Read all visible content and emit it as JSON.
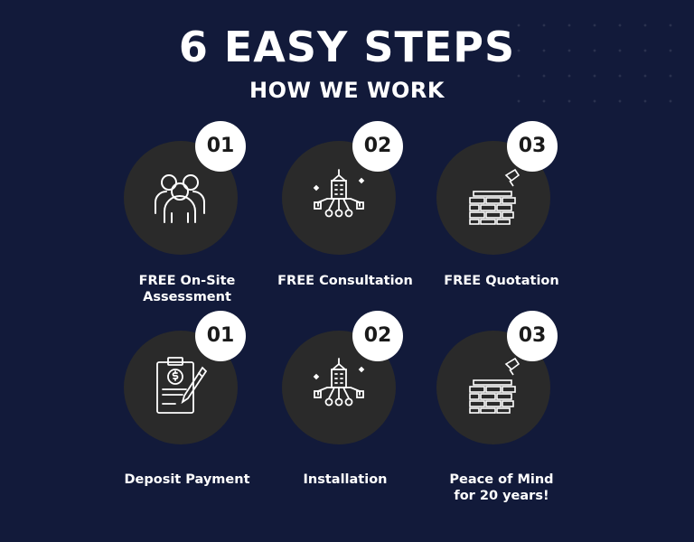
{
  "header": {
    "title": "6 EASY STEPS",
    "subtitle": "HOW WE WORK"
  },
  "steps": [
    {
      "number": "01",
      "label": "FREE On-Site\nAssessment",
      "icon": "people-group-icon"
    },
    {
      "number": "02",
      "label": "FREE Consultation",
      "icon": "building-network-icon"
    },
    {
      "number": "03",
      "label": "FREE Quotation",
      "icon": "brick-wall-trowel-icon"
    },
    {
      "number": "01",
      "label": "Deposit Payment",
      "icon": "clipboard-pen-icon"
    },
    {
      "number": "02",
      "label": "Installation",
      "icon": "building-network-icon"
    },
    {
      "number": "03",
      "label": "Peace of Mind\nfor 20 years!",
      "icon": "brick-wall-trowel-icon"
    }
  ],
  "colors": {
    "background": "#121a3a",
    "circle": "#2a2a2a",
    "badge": "#ffffff"
  }
}
